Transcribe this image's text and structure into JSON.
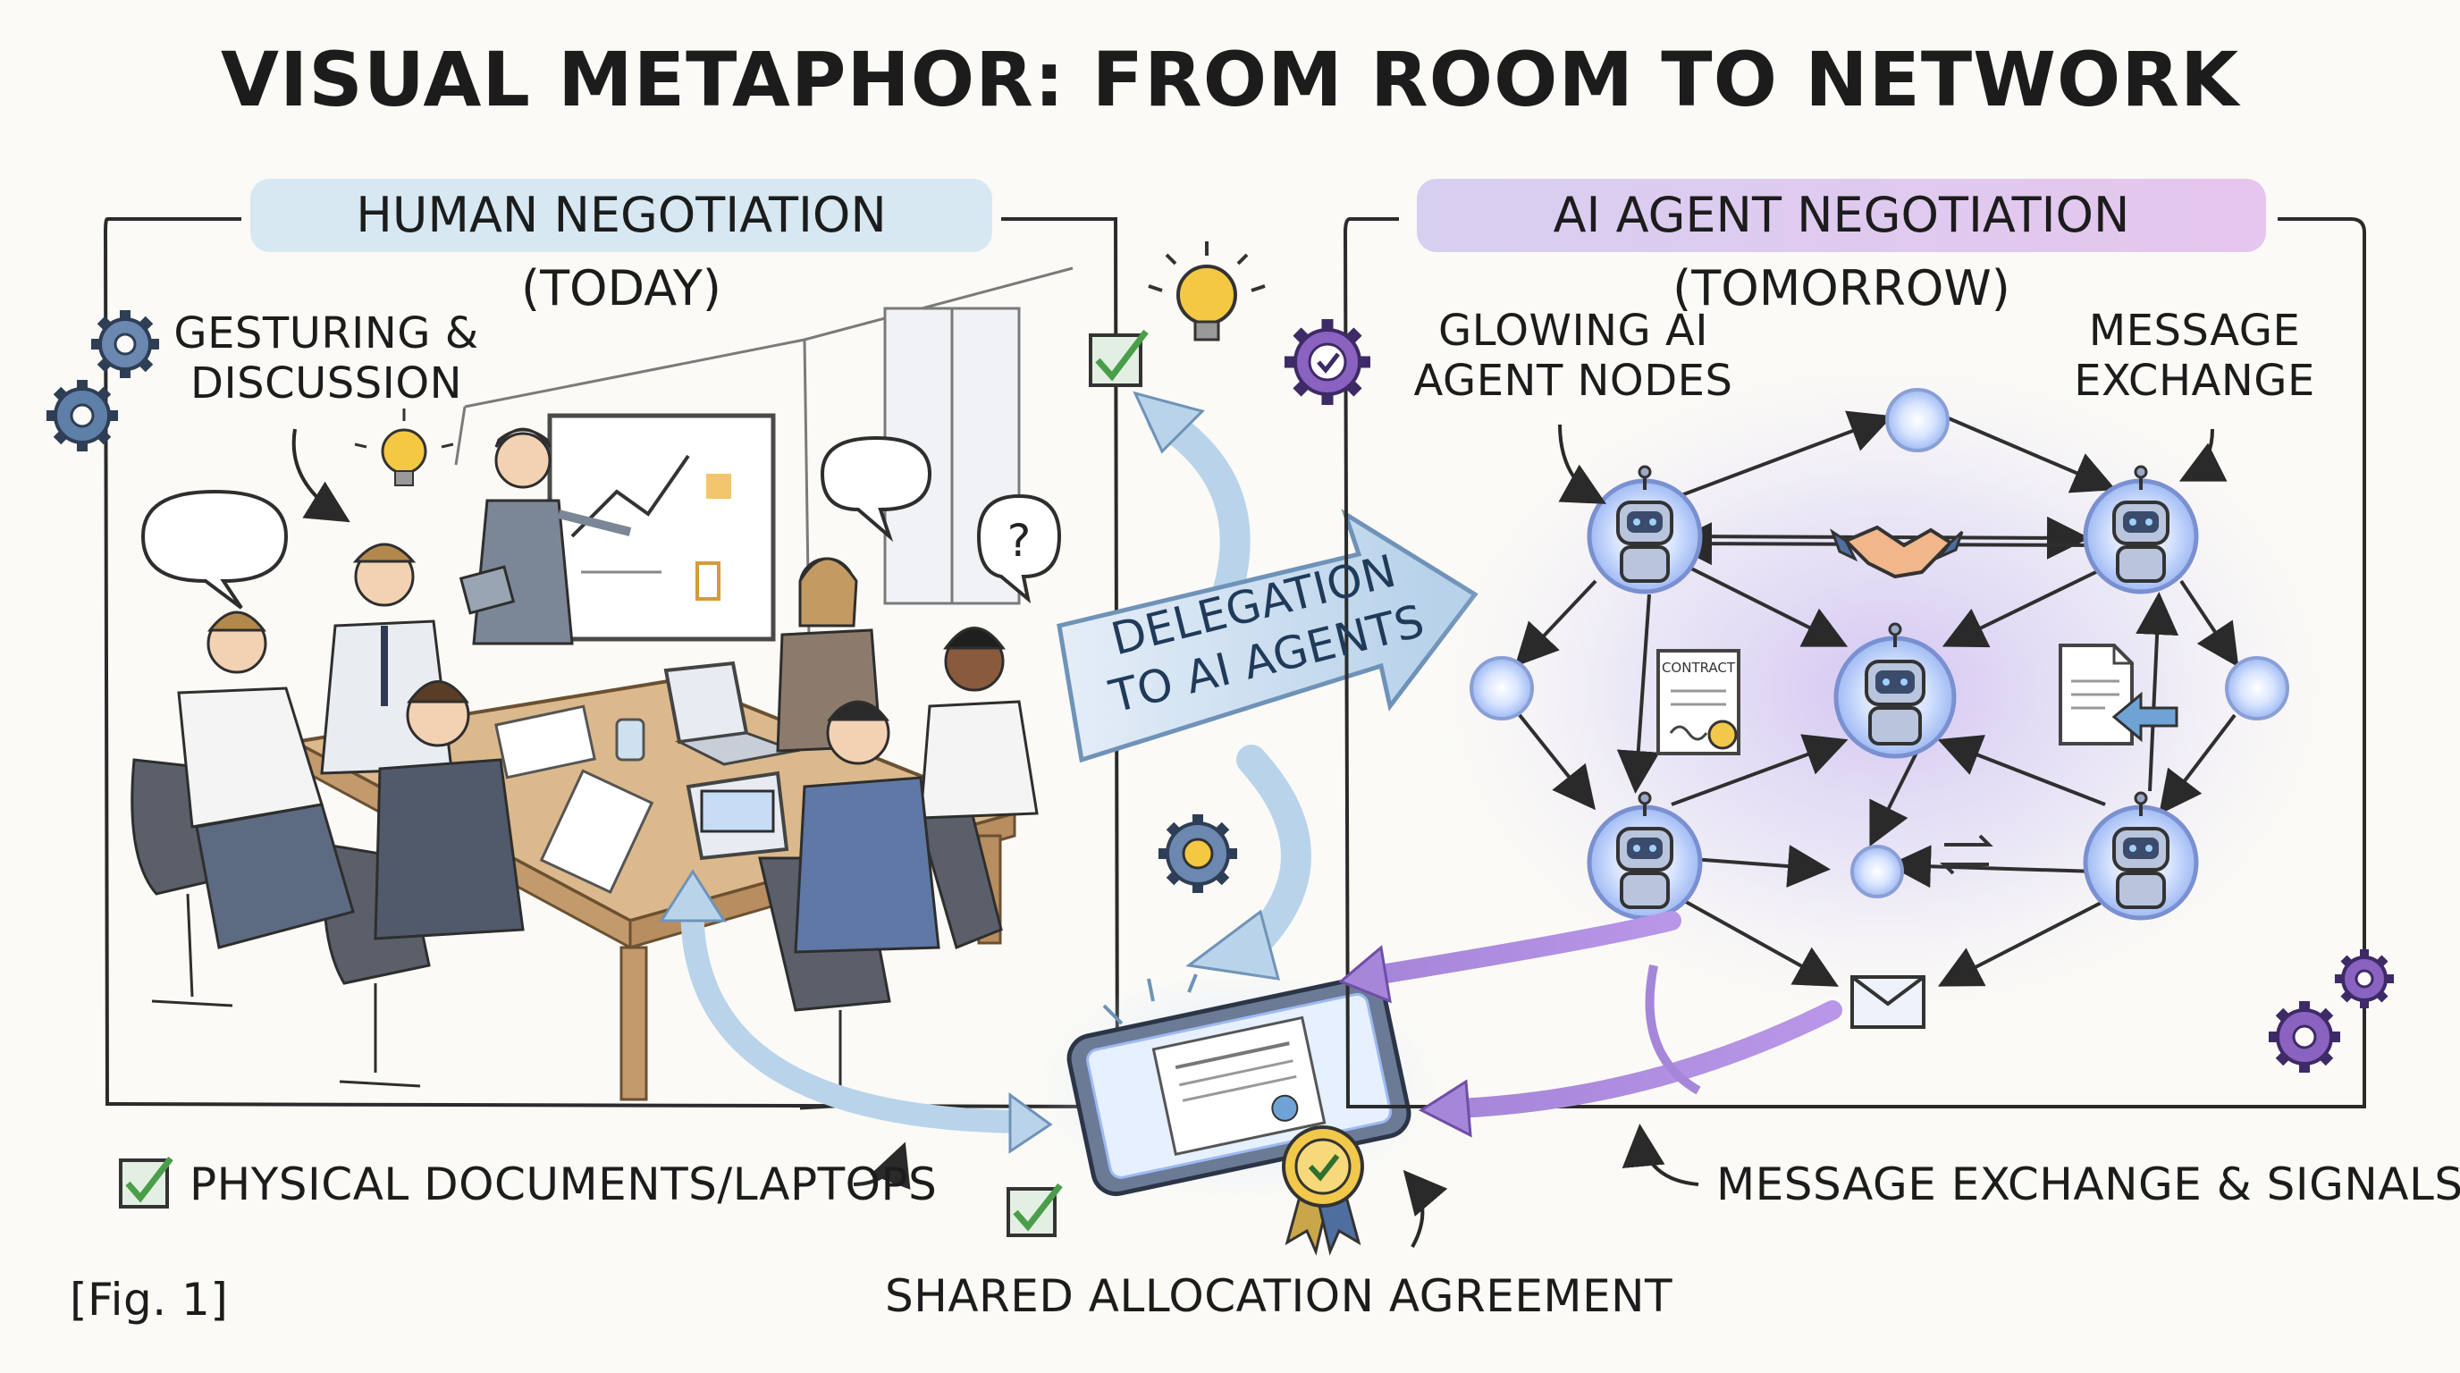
{
  "title": "VISUAL METAPHOR: FROM ROOM TO NETWORK",
  "left_panel": {
    "label": "HUMAN NEGOTIATION (TODAY)",
    "callout": "GESTURING & DISCUSSION",
    "bottom_label": "PHYSICAL DOCUMENTS/LAPTOPS"
  },
  "right_panel": {
    "label": "AI AGENT NEGOTIATION (TOMORROW)",
    "callout_nodes": "GLOWING AI AGENT NODES",
    "callout_messages": "MESSAGE EXCHANGE",
    "bottom_label": "MESSAGE EXCHANGE & SIGNALS",
    "contract_text": "CONTRACT"
  },
  "center": {
    "arrow_label": "DELEGATION TO AI AGENTS",
    "agreement_label": "SHARED ALLOCATION AGREEMENT"
  },
  "figure_label": "[Fig. 1]",
  "whiteboard_question": "?",
  "colors": {
    "human_panel_accent": "#d7e8f2",
    "agent_panel_accent": "#dcc8f0",
    "delegation_arrow": "#b9d4ea",
    "node_glow": "#a9c8ff",
    "gear_blue": "#5e7fa8",
    "gear_purple": "#8a62c0",
    "check_green": "#5aa85a",
    "bulb_yellow": "#f4c842"
  },
  "icons": [
    "gear-icon",
    "lightbulb-icon",
    "checkmark-icon",
    "robot-icon",
    "handshake-icon",
    "document-icon",
    "envelope-icon",
    "tablet-icon",
    "award-seal-icon",
    "speech-bubble-icon",
    "question-icon"
  ]
}
